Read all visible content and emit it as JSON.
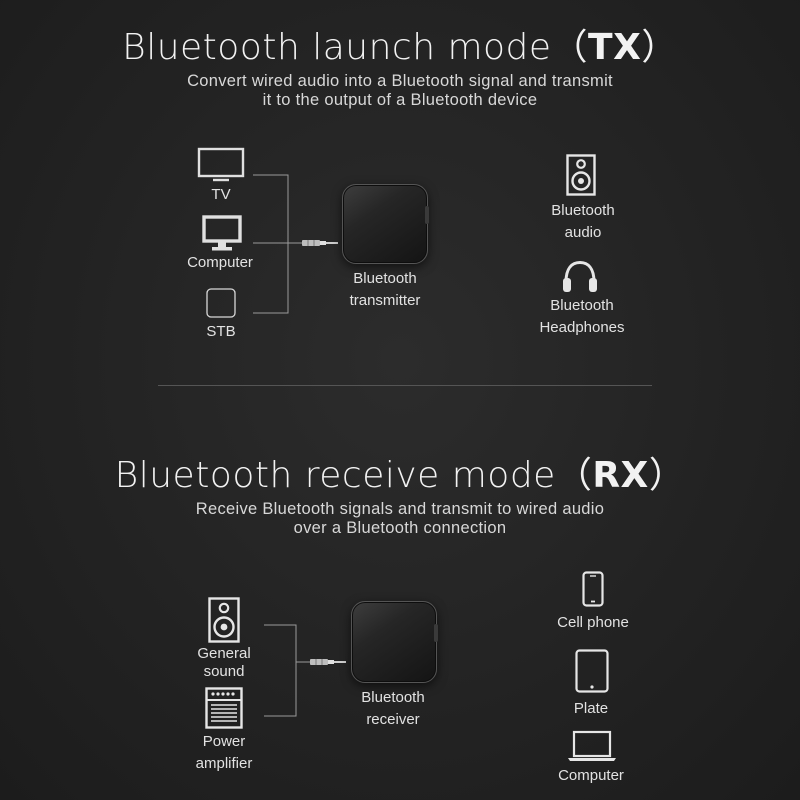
{
  "tx": {
    "title_main": "Bluetooth launch mode（",
    "title_code": "TX",
    "title_close": "）",
    "subtitle_line1": "Convert wired audio into a Bluetooth signal and transmit",
    "subtitle_line2": "it to the output of a Bluetooth device",
    "sources": [
      {
        "label": "TV",
        "icon": "tv-icon"
      },
      {
        "label": "Computer",
        "icon": "monitor-icon"
      },
      {
        "label": "STB",
        "icon": "set-top-box-icon"
      }
    ],
    "device_line1": "Bluetooth",
    "device_line2": "transmitter",
    "outputs": [
      {
        "line1": "Bluetooth",
        "line2": "audio",
        "icon": "speaker-icon"
      },
      {
        "line1": "Bluetooth",
        "line2": "Headphones",
        "icon": "headphones-icon"
      }
    ]
  },
  "rx": {
    "title_main": "Bluetooth receive mode（",
    "title_code": "RX",
    "title_close": "）",
    "subtitle_line1": "Receive Bluetooth signals and transmit to wired audio",
    "subtitle_line2": "over a Bluetooth connection",
    "outputs": [
      {
        "line1": "General",
        "line2": "sound",
        "icon": "speaker-icon"
      },
      {
        "line1": "Power",
        "line2": "amplifier",
        "icon": "amplifier-icon"
      }
    ],
    "device_line1": "Bluetooth",
    "device_line2": "receiver",
    "sources": [
      {
        "label": "Cell phone",
        "icon": "phone-icon"
      },
      {
        "label": "Plate",
        "icon": "tablet-icon"
      },
      {
        "label": "Computer",
        "icon": "laptop-icon"
      }
    ]
  },
  "colors": {
    "background": "#232323",
    "text": "#e6e6e6",
    "lines": "#9a9a9a"
  }
}
